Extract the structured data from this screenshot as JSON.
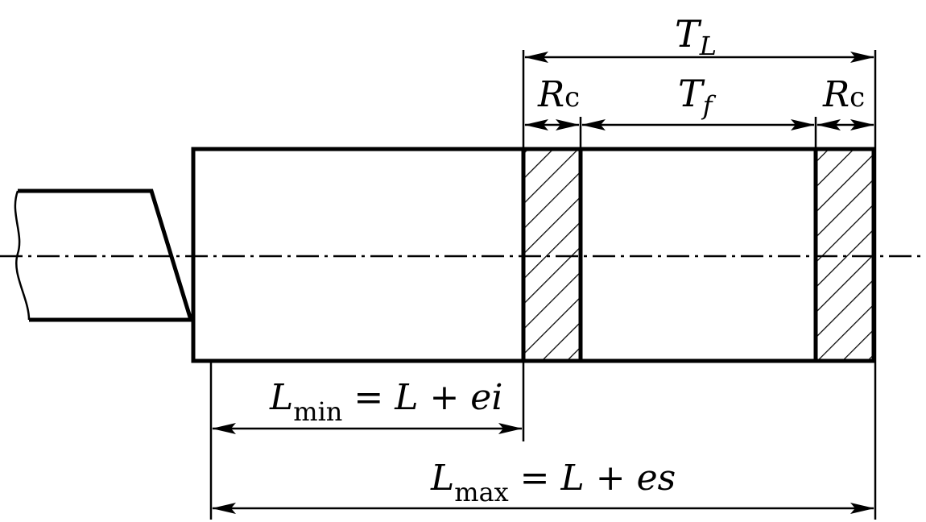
{
  "labels": {
    "tl": {
      "main": "T",
      "sub": "L"
    },
    "rc_left": {
      "main": "R",
      "sub": "c"
    },
    "tf": {
      "main": "T",
      "sub": "f"
    },
    "rc_right": {
      "main": "R",
      "sub": "c"
    },
    "lmin": {
      "main": "L",
      "sub": "min",
      "rest": " = L + ei"
    },
    "lmax": {
      "main": "L",
      "sub": "max",
      "rest": " = L + es"
    }
  }
}
